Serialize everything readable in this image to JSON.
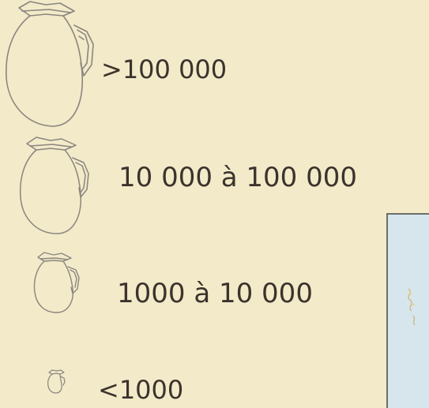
{
  "legend": {
    "items": [
      {
        "key": "xl",
        "label": ">100 000"
      },
      {
        "key": "l",
        "label": "10 000 à 100 000"
      },
      {
        "key": "m",
        "label": "1000 à 10 000"
      },
      {
        "key": "s",
        "label": "<1000"
      }
    ]
  },
  "colors": {
    "background": "#f3eac9",
    "text": "#3b332c",
    "stroke": "#8a8580",
    "inset_sea": "#d6e6ec"
  }
}
